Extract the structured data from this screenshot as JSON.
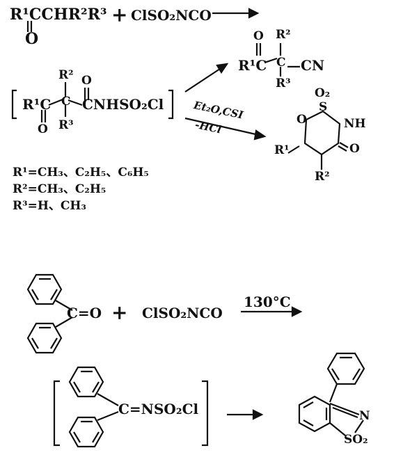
{
  "scheme1": {
    "reactant_ketone": "R¹CCHR²R³",
    "plus": "+",
    "reagent": "ClSO₂NCO",
    "ketone_oxygen": "O",
    "intermediate": {
      "left_group": "R¹C",
      "center_carbon": "C",
      "right_group": "CNHSO₂Cl",
      "top_substituent": "R²",
      "bottom_substituent": "R³",
      "left_oxygen": "O",
      "right_oxygen": "O"
    },
    "product_nitrile": {
      "left_group": "R¹C",
      "center_carbon": "C",
      "nitrile": "—CN",
      "top_substituent": "R²",
      "bottom_substituent": "R³",
      "ketone_oxygen": "O"
    },
    "conditions_top": "Et₂O,CSI",
    "conditions_bottom": "-HCl",
    "product_ring": {
      "sulfonyl": "O₂",
      "sulfur": "S",
      "ring_oxygen": "O",
      "nh": "NH",
      "r1": "R¹",
      "r2": "R²",
      "carbonyl_oxygen": "O"
    },
    "definitions": [
      "R¹=CH₃、C₂H₅、C₆H₅",
      "R²=CH₃、C₂H₅",
      "R³=H、CH₃"
    ]
  },
  "scheme2": {
    "ketone_group": "C=O",
    "plus": "+",
    "reagent": "ClSO₂NCO",
    "conditions": "130°C",
    "imine_group": "C=NSO₂Cl",
    "product_n": "N",
    "product_so2": "SO₂"
  }
}
